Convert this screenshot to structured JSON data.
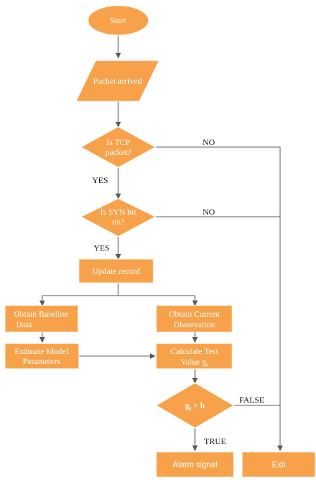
{
  "colors": {
    "node_fill": "#f7a24a",
    "node_stroke": "#ffffff",
    "text": "#ffffff",
    "edge": "#5a5a5a",
    "label": "#111111"
  },
  "nodes": {
    "start": "Start",
    "packet_arrived": "Packet arrived",
    "is_tcp_line1": "Is TCP",
    "is_tcp_line2": "packet?",
    "is_syn_line1": "Is SYN bit",
    "is_syn_line2": "on?",
    "update_record": "Update record",
    "baseline_line1": "Obtain Baseline",
    "baseline_line2": "Data",
    "current_line1": "Obtain Current",
    "current_line2": "Observation",
    "estimate_line1": "Estimate Model",
    "estimate_line2": "Parameters",
    "calc_line1": "Calculate Test",
    "calc_line2_main": "Value g",
    "calc_line2_sub": "t",
    "gt_main": "g",
    "gt_sub": "t",
    "gt_rest": " > h",
    "alarm": "Alarm signal",
    "exit": "Exit"
  },
  "edge_labels": {
    "tcp_no": "NO",
    "tcp_yes": "YES",
    "syn_no": "NO",
    "syn_yes": "YES",
    "gt_false": "FALSE",
    "gt_true": "TRUE"
  }
}
